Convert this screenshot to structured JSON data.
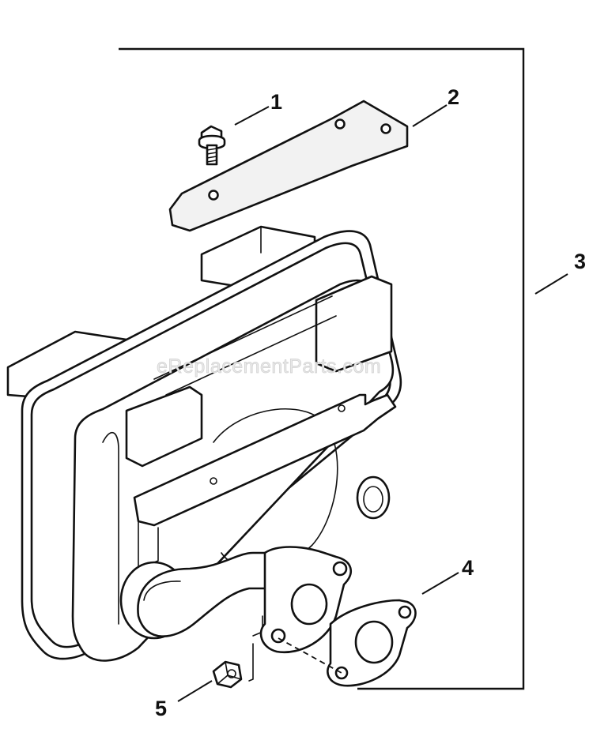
{
  "watermark": "eReplacementParts.com",
  "callouts": [
    {
      "id": "1",
      "label": "1"
    },
    {
      "id": "2",
      "label": "2"
    },
    {
      "id": "3",
      "label": "3"
    },
    {
      "id": "4",
      "label": "4"
    },
    {
      "id": "5",
      "label": "5"
    }
  ],
  "colors": {
    "ink": "#111111",
    "background": "#ffffff",
    "watermark": "#cfcfcf"
  }
}
